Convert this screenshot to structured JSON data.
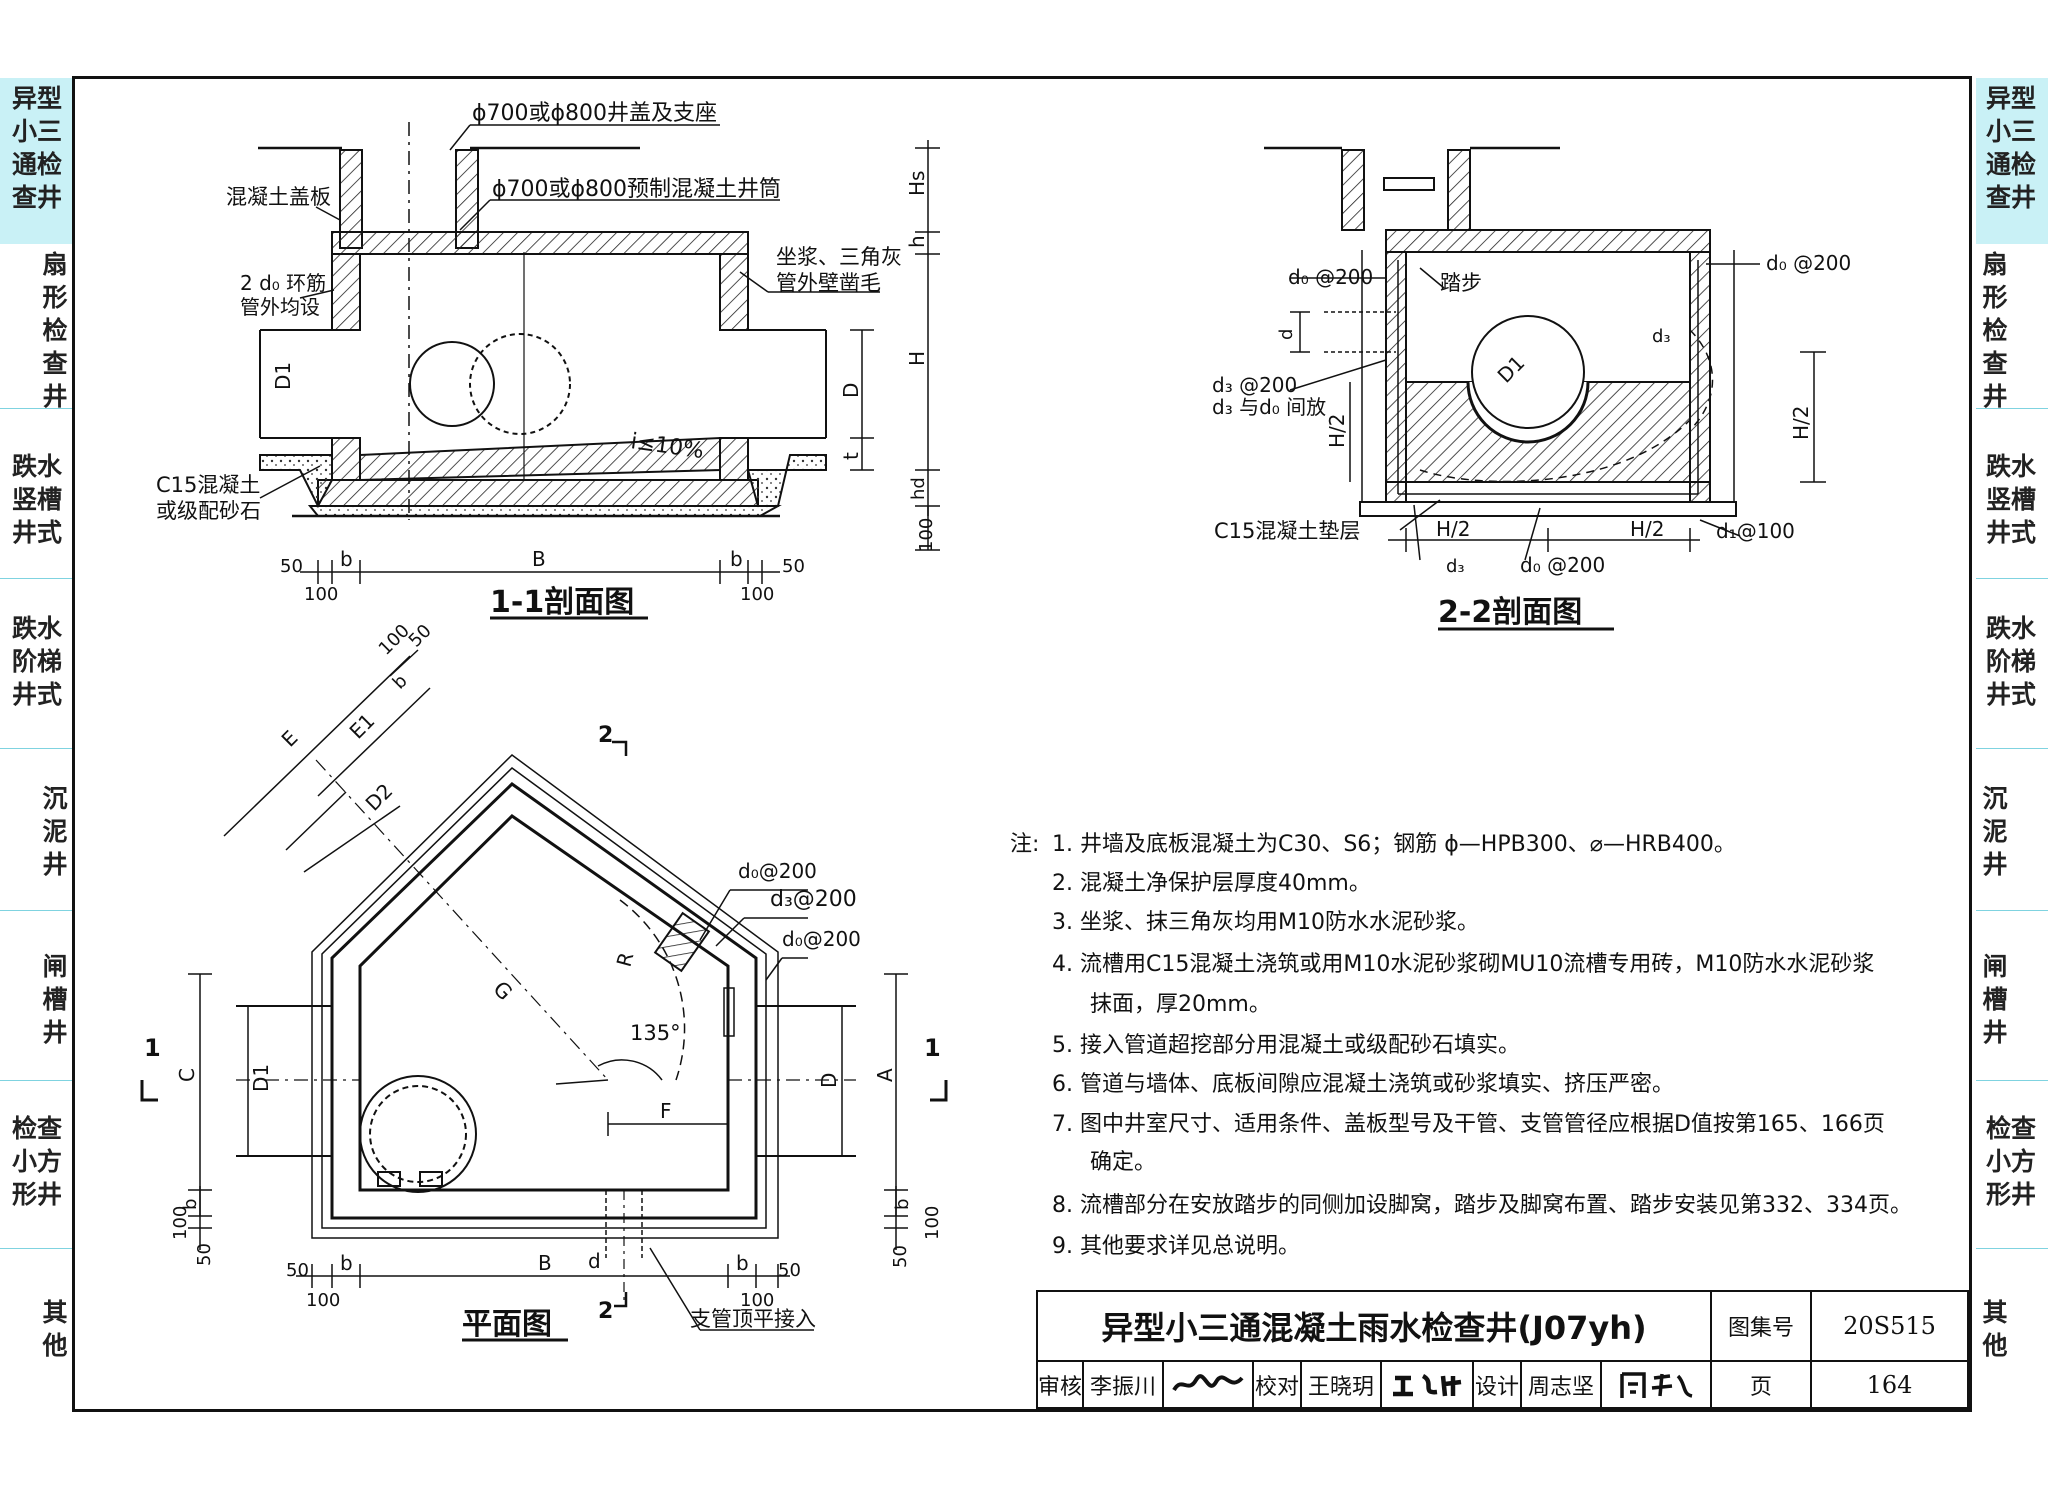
{
  "side_tabs_left": [
    {
      "label": "异型小三通检查井",
      "highlight": true
    },
    {
      "label": "扇形检查井",
      "highlight": false
    },
    {
      "label": "跌水竖槽井式",
      "highlight": false
    },
    {
      "label": "跌水阶梯井式",
      "highlight": false
    },
    {
      "label": "沉泥井",
      "highlight": false
    },
    {
      "label": "闸槽井",
      "highlight": false
    },
    {
      "label": "检查小方形井",
      "highlight": false
    },
    {
      "label": "其他",
      "highlight": false
    }
  ],
  "side_tabs_right": [
    {
      "label": "异型小三通检查井",
      "highlight": true
    },
    {
      "label": "扇形检查井",
      "highlight": false
    },
    {
      "label": "跌水竖槽井式",
      "highlight": false
    },
    {
      "label": "跌水阶梯井式",
      "highlight": false
    },
    {
      "label": "沉泥井",
      "highlight": false
    },
    {
      "label": "闸槽井",
      "highlight": false
    },
    {
      "label": "检查小方形井",
      "highlight": false
    },
    {
      "label": "其他",
      "highlight": false
    }
  ],
  "section_1": {
    "title": "1-1剖面图",
    "label_cover": "ϕ700或ϕ800井盖及支座",
    "label_slab": "混凝土盖板",
    "label_shaft": "ϕ700或ϕ800预制混凝土井筒",
    "label_ring": "2 d₀ 环筋",
    "label_ring2": "管外均设",
    "label_grout": "坐浆、三角灰",
    "label_grout2": "管外壁凿毛",
    "label_base": "C15混凝土",
    "label_base2": "或级配砂石",
    "slope": "i≤10%",
    "dims": {
      "hs": "Hs",
      "h": "h",
      "H": "H",
      "D": "D",
      "t": "t",
      "hd": "hd",
      "d100": "100",
      "D1": "D1",
      "B": "B",
      "b": "b",
      "n50": "50",
      "n100": "100"
    }
  },
  "section_2": {
    "title": "2-2剖面图",
    "label_step": "踏步",
    "label_d0_left": "d₀ @200",
    "label_d0_right": "d₀ @200",
    "label_d3": "d₃ @200",
    "label_d3_note": "d₃ 与d₀ 间放",
    "label_d3_small": "d₃",
    "label_d1": "d₁@100",
    "label_d0_bottom": "d₀ @200",
    "label_cushion": "C15混凝土垫层",
    "dims": {
      "d": "d",
      "H2": "H/2",
      "D1": "D1"
    }
  },
  "plan": {
    "title": "平面图",
    "label_branch": "支管顶平接入",
    "label_d0a": "d₀@200",
    "label_d3": "d₃@200",
    "label_d0b": "d₀@200",
    "angle": "135°",
    "dims": {
      "E": "E",
      "E1": "E1",
      "D2": "D2",
      "G": "G",
      "R": "R",
      "F": "F",
      "C": "C",
      "A": "A",
      "D": "D",
      "D1": "D1",
      "B": "B",
      "b": "b",
      "d": "d",
      "n50": "50",
      "n100": "100"
    },
    "section_mark_1": "1",
    "section_mark_2": "2"
  },
  "notes": {
    "prefix": "注:",
    "items": [
      "1. 井墙及底板混凝土为C30、S6；钢筋 ϕ—HPB300、⌀—HRB400。",
      "2. 混凝土净保护层厚度40mm。",
      "3. 坐浆、抹三角灰均用M10防水水泥砂浆。",
      "4. 流槽用C15混凝土浇筑或用M10水泥砂浆砌MU10流槽专用砖，M10防水水泥砂浆",
      "抹面，厚20mm。",
      "5. 接入管道超挖部分用混凝土或级配砂石填实。",
      "6. 管道与墙体、底板间隙应混凝土浇筑或砂浆填实、挤压严密。",
      "7. 图中井室尺寸、适用条件、盖板型号及干管、支管管径应根据D值按第165、166页",
      "确定。",
      "8. 流槽部分在安放踏步的同侧加设脚窝，踏步及脚窝布置、踏步安装见第332、334页。",
      "9. 其他要求详见总说明。"
    ]
  },
  "title_block": {
    "title": "异型小三通混凝土雨水检查井(J07yh)",
    "atlas_label": "图集号",
    "atlas_no": "20S515",
    "review_label": "审核",
    "reviewer": "李振川",
    "check_label": "校对",
    "checker": "王晓玥",
    "design_label": "设计",
    "designer": "周志坚",
    "page_label": "页",
    "page_no": "164"
  }
}
